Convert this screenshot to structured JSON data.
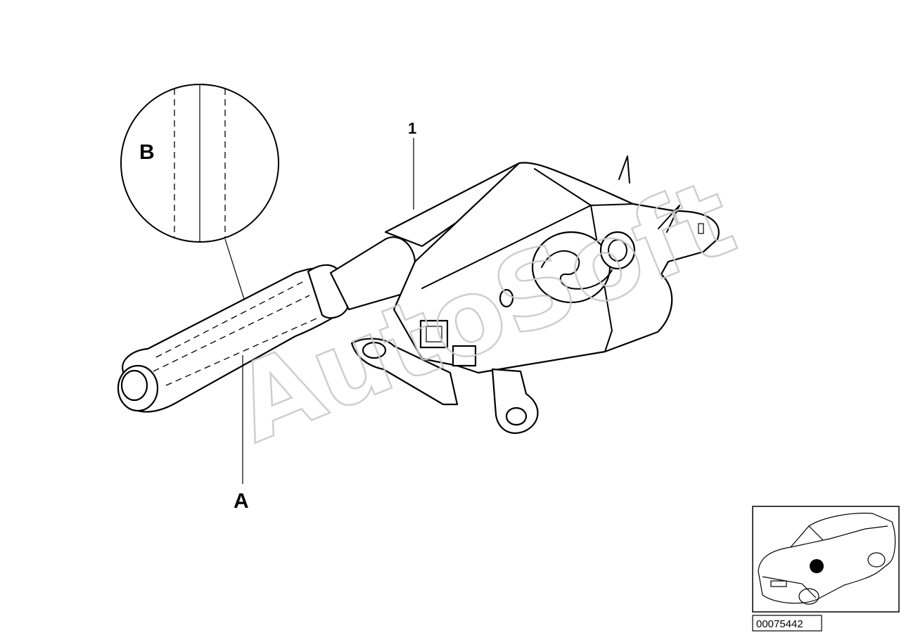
{
  "diagram": {
    "callouts": {
      "item_1": "1",
      "label_a": "A",
      "label_b": "B"
    },
    "watermark": "AutoSoft",
    "reference_number": "00075442",
    "locator": {
      "icon": "car-locator-icon",
      "marker_color": "#000000"
    }
  }
}
